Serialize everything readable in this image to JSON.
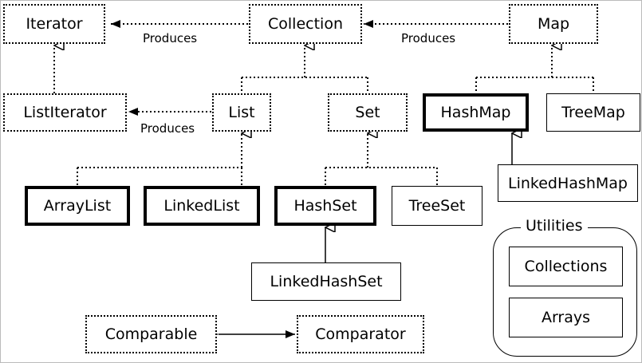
{
  "nodes": {
    "iterator": "Iterator",
    "collection": "Collection",
    "map": "Map",
    "list_iterator": "ListIterator",
    "list": "List",
    "set": "Set",
    "hash_map": "HashMap",
    "tree_map": "TreeMap",
    "array_list": "ArrayList",
    "linked_list": "LinkedList",
    "hash_set": "HashSet",
    "tree_set": "TreeSet",
    "linked_hash_map": "LinkedHashMap",
    "linked_hash_set": "LinkedHashSet",
    "comparable": "Comparable",
    "comparator": "Comparator"
  },
  "produces_label": "Produces",
  "utilities": {
    "title": "Utilities",
    "collections": "Collections",
    "arrays": "Arrays"
  }
}
